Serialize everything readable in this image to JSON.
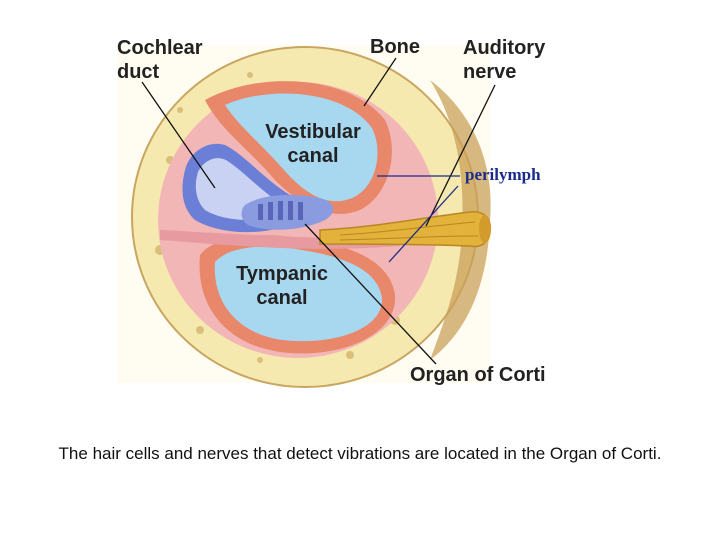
{
  "figure": {
    "labels": {
      "cochlear_duct_line1": "Cochlear",
      "cochlear_duct_line2": "duct",
      "bone": "Bone",
      "auditory_nerve_line1": "Auditory",
      "auditory_nerve_line2": "nerve",
      "vestibular_canal_line1": "Vestibular",
      "vestibular_canal_line2": "canal",
      "perilymph": "perilymph",
      "tympanic_canal_line1": "Tympanic",
      "tympanic_canal_line2": "canal",
      "organ_of_corti": "Organ of Corti"
    },
    "colors": {
      "bone": "#f5e9b0",
      "bone_edge": "#b98f45",
      "canal_fluid": "#a8d8f0",
      "membrane": "#e8876a",
      "tissue_pink": "#f3b6b6",
      "cochlear_duct": "#6b7fd6",
      "nerve": "#e2b23b",
      "perilymph_text": "#1a2b8c"
    }
  },
  "caption": "The hair cells and nerves that detect vibrations are located in the Organ of Corti."
}
